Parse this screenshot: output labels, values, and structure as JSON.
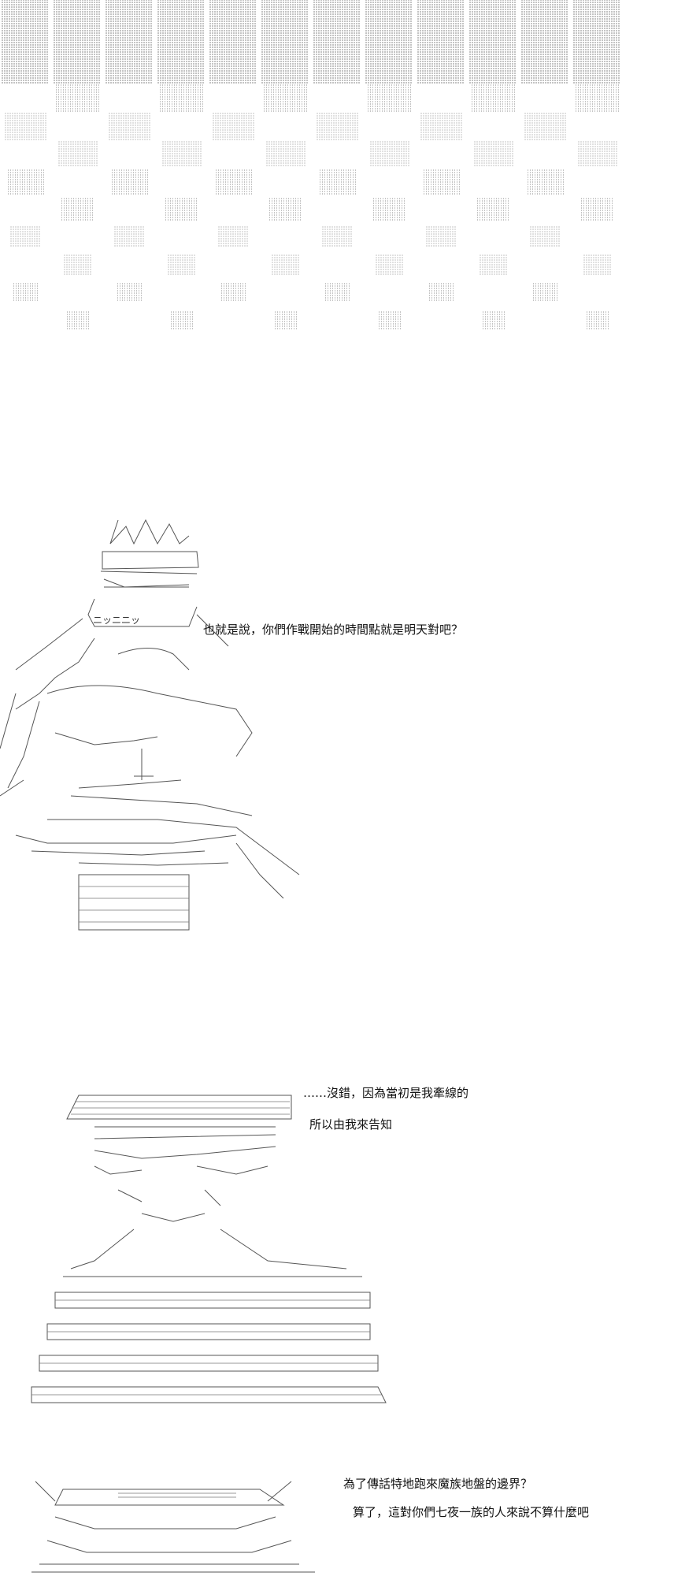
{
  "colors": {
    "background": "#ffffff",
    "ink": "#111111",
    "line_art": "#555555"
  },
  "panels": [
    {
      "art_labels": [
        "ニッニニッ"
      ],
      "captions": [
        "也就是說，你們作戰開始的時間點就是明天對吧？"
      ]
    },
    {
      "art_labels": [],
      "captions": [
        "……沒錯，因為當初是我牽線的",
        "所以由我來告知"
      ]
    },
    {
      "art_labels": [],
      "captions": [
        "為了傳話特地跑來魔族地盤的邊界？",
        "算了，這對你們七夜一族的人來說不算什麼吧"
      ]
    }
  ]
}
